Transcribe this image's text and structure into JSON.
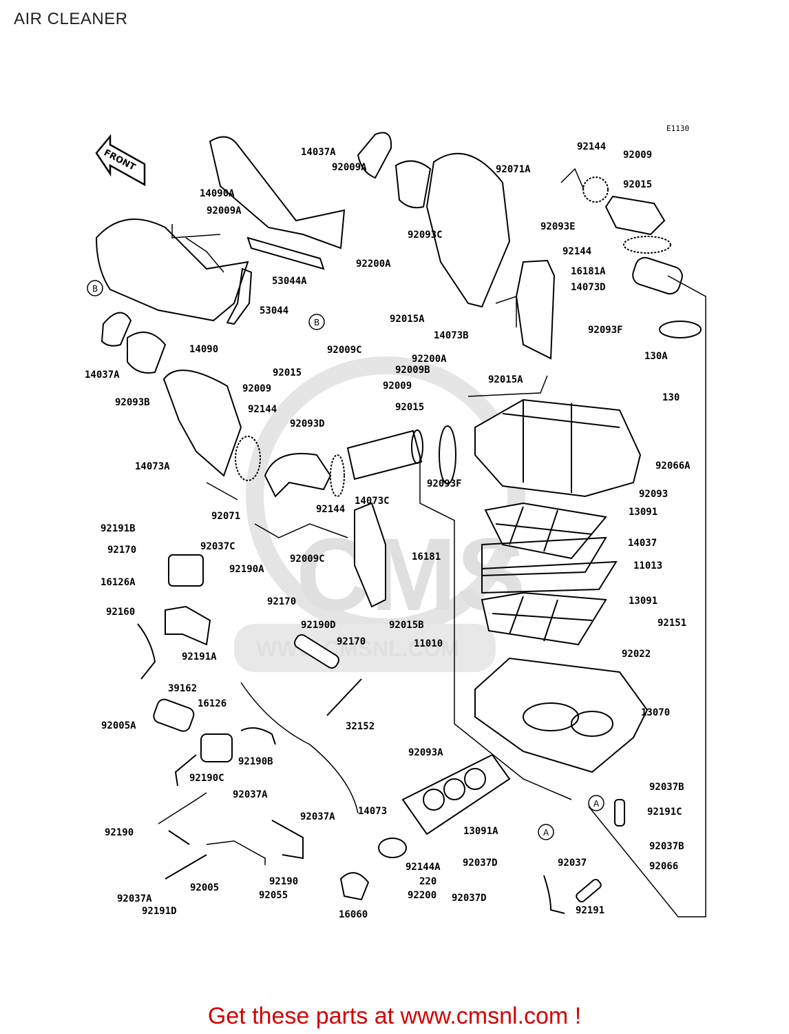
{
  "title": "AIR CLEANER",
  "ref_code": "E1130",
  "front_label": "FRONT",
  "watermark": {
    "logo": "CMS",
    "url": "WWW.CMSNL.COM"
  },
  "callouts": [
    "A",
    "B"
  ],
  "part_labels": [
    "14037A",
    "92009A",
    "92071A",
    "92144",
    "92009",
    "92015",
    "14090A",
    "92009A",
    "92093C",
    "92093E",
    "92144",
    "16181A",
    "14073D",
    "53044A",
    "92200A",
    "B",
    "53044",
    "92015A",
    "14073B",
    "92093F",
    "14090",
    "92009C",
    "14037A",
    "92015",
    "92200A",
    "92009B",
    "92015A",
    "130A",
    "92093B",
    "92009",
    "92009",
    "130",
    "92015",
    "92144",
    "92093D",
    "92066A",
    "14073A",
    "92093F",
    "14073C",
    "92093",
    "92071",
    "92144",
    "13091",
    "92191B",
    "14037",
    "92170",
    "92037C",
    "92009C",
    "16181",
    "11013",
    "92190A",
    "16126A",
    "92170",
    "13091",
    "92160",
    "92190D",
    "92015B",
    "92151",
    "11010",
    "92170",
    "92191A",
    "92022",
    "39162",
    "16126",
    "32152",
    "13070",
    "92005A",
    "92190B",
    "92093A",
    "92190C",
    "92037B",
    "92037A",
    "14073",
    "A",
    "92191C",
    "92190",
    "92037A",
    "13091A",
    "A",
    "92037B",
    "92037D",
    "92037",
    "92066",
    "92144A",
    "220",
    "92190",
    "92005",
    "92055",
    "92200",
    "92037D",
    "92037A",
    "16060",
    "92191",
    "92191D"
  ],
  "footer": "Get these parts at www.cmsnl.com !"
}
